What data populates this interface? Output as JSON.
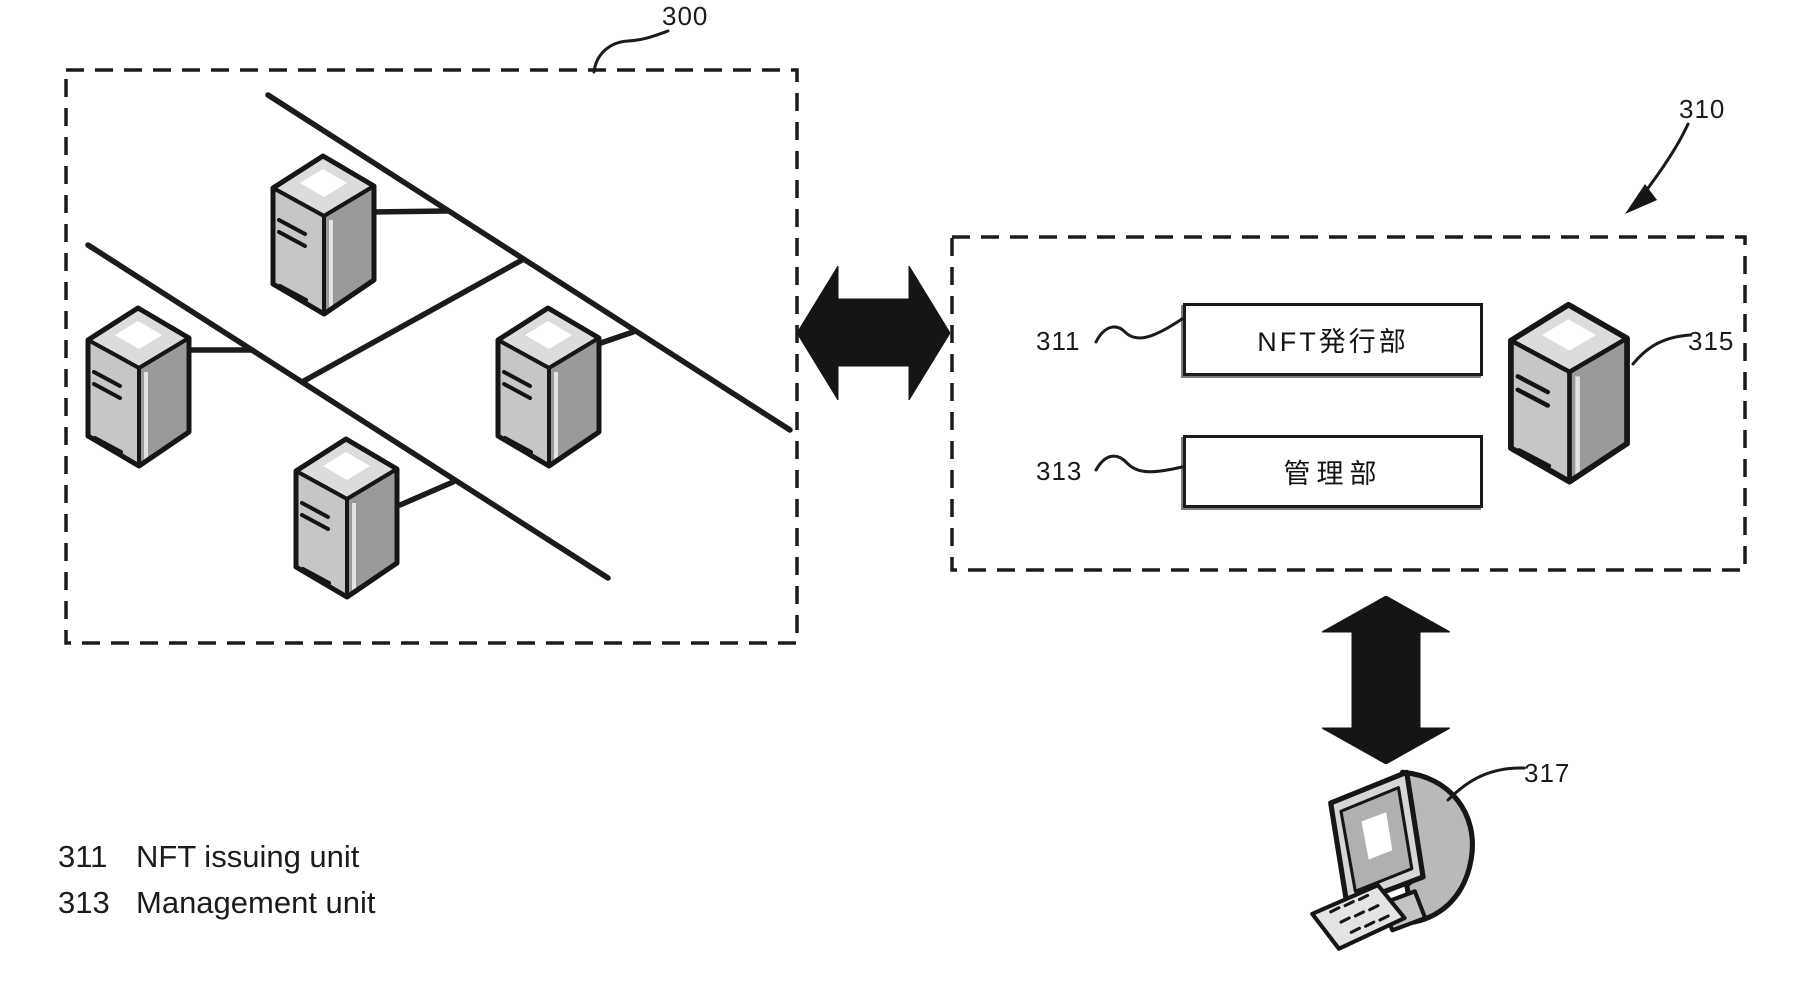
{
  "page": {
    "background": "#ffffff",
    "ink": "#1b1b1b",
    "description_refs": [
      "300",
      "310",
      "311",
      "313",
      "315",
      "317"
    ]
  },
  "refs": {
    "network": "300",
    "platform": "310",
    "nft_issuing": "311",
    "management": "313",
    "server": "315",
    "terminal": "317"
  },
  "platform_box": {
    "nft_issuing_label": "NFT発行部",
    "management_label": "管理部"
  },
  "icons": {
    "network_servers": "server-tower-icon",
    "platform_server": "server-tower-icon",
    "terminal": "desktop-computer-icon",
    "link_horizontal": "double-arrow-horizontal-icon",
    "link_vertical": "double-arrow-vertical-icon"
  },
  "legend": {
    "items": [
      {
        "ref": "311",
        "label": "NFT issuing unit"
      },
      {
        "ref": "313",
        "label": "Management unit"
      }
    ]
  },
  "colors": {
    "line": "#1b1b1b",
    "server_front": "#9a9a9a",
    "server_side": "#c6c6c6",
    "server_top": "#dcdcdc",
    "highlight": "#ffffff"
  }
}
